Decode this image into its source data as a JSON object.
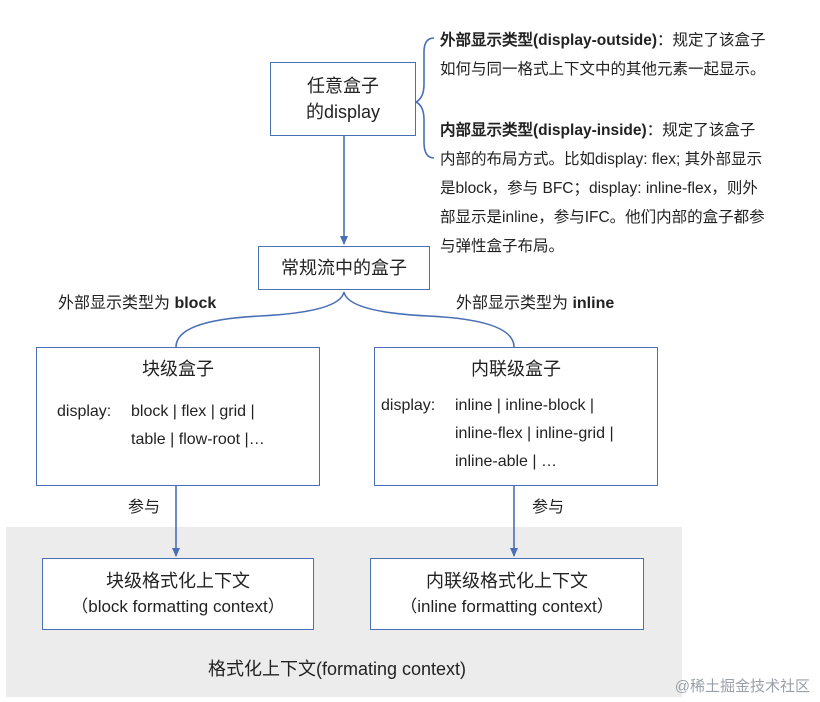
{
  "nodes": {
    "any_box": {
      "line1": "任意盒子",
      "line2": "的display"
    },
    "normal_flow": {
      "label": "常规流中的盒子"
    },
    "block_box": {
      "title": "块级盒子",
      "display_key": "display:",
      "line1": "block | flex | grid |",
      "line2": "table | flow-root |…"
    },
    "inline_box": {
      "title": "内联级盒子",
      "display_key": "display:",
      "line1": "inline | inline-block |",
      "line2": "inline-flex | inline-grid |",
      "line3": "inline-able | …"
    },
    "bfc": {
      "line1": "块级格式化上下文",
      "line2": "（block formatting context）"
    },
    "ifc": {
      "line1": "内联级格式化上下文",
      "line2": "（inline formatting context）"
    }
  },
  "edges": {
    "left_branch_prefix": "外部显示类型为 ",
    "left_branch_value": "block",
    "right_branch_prefix": "外部显示类型为 ",
    "right_branch_value": "inline",
    "participate_left": "参与",
    "participate_right": "参与"
  },
  "context_area": {
    "label": "格式化上下文(formating context)"
  },
  "notes": {
    "outside_title": "外部显示类型(display-outside)",
    "outside_text_1": "：规定了该盒子",
    "outside_text_2": "如何与同一格式上下文中的其他元素一起显示。",
    "inside_title": "内部显示类型(display-inside)",
    "inside_text_1": "：规定了该盒子",
    "inside_text_2": "内部的布局方式。比如display: flex; 其外部显示",
    "inside_text_3": "是block，参与 BFC；display: inline-flex，则外",
    "inside_text_4": "部显示是inline，参与IFC。他们内部的盒子都参",
    "inside_text_5": "与弹性盒子布局。"
  },
  "watermark": "@稀土掘金技术社区",
  "colors": {
    "stroke": "#4a6fb5",
    "context_bg": "#ececec"
  }
}
